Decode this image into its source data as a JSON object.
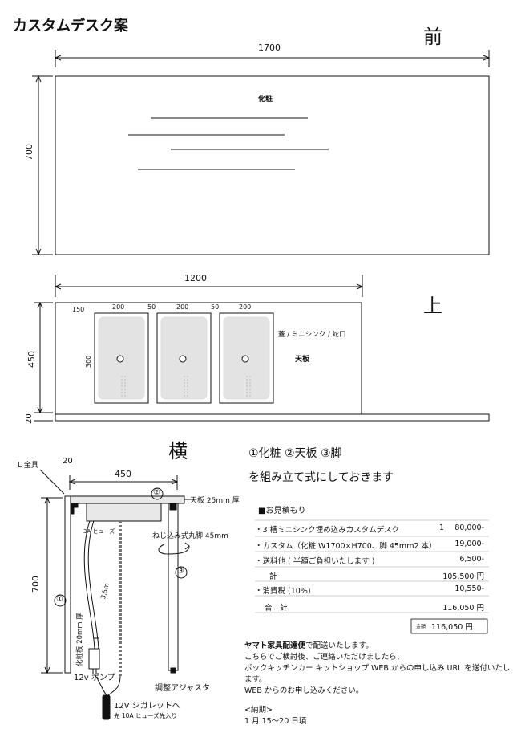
{
  "title": "カスタムデスク案",
  "front": {
    "view_label": "前",
    "width_label": "1700",
    "height_label": "700",
    "panel_label": "化粧"
  },
  "top": {
    "view_label": "上",
    "width_label": "1200",
    "depth_label": "450",
    "thickness_label": "20",
    "margin_label": "150",
    "sink_width_labels": [
      "200",
      "200",
      "200"
    ],
    "gap_labels": [
      "50",
      "50"
    ],
    "sink_depth_label": "300",
    "side_note": "蓋 / ミニシンク / 蛇口",
    "board_label": "天板"
  },
  "side": {
    "view_label": "横",
    "bracket_label": "L 金具",
    "offset_label": "20",
    "depth_label": "450",
    "height_label": "700",
    "top_board_label": "天板 25mm 厚",
    "fuse_label": "3A ヒューズ",
    "leg_label": "ねじ込み式丸脚 45mm",
    "hose_label": "3,5m",
    "panel_label": "化粧板 20mm 厚",
    "pump_label": "12v ポンプ",
    "adjuster_label": "調整アジャスタ",
    "cigarette_label": "12V シガレットへ",
    "cigarette_note": "先 10A ヒューズ先入り",
    "circle1": "①",
    "circle2": "②",
    "circle3": "③"
  },
  "parts": {
    "line1": "①化粧 ②天板 ③脚",
    "line2": "を組み立て式にしておきます"
  },
  "estimate": {
    "header": "■お見積もり",
    "rows": [
      {
        "label": "・3 槽ミニシンク埋め込みカスタムデスク",
        "qty": "1",
        "amount": "80,000-"
      },
      {
        "label": "・カスタム（化粧 W1700×H700、脚 45mm2 本）",
        "qty": "",
        "amount": "19,000-"
      },
      {
        "label": "・送料他 ( 半額ご負担いたします )",
        "qty": "",
        "amount": "6,500-"
      },
      {
        "label": "計",
        "qty": "",
        "amount": "105,500 円"
      },
      {
        "label": "・消費税 (10%)",
        "qty": "",
        "amount": "10,550-"
      },
      {
        "label": "合　計",
        "qty": "",
        "amount": "116,050 円"
      }
    ],
    "total_box_label": "金額",
    "total_box_value": "116,050 円"
  },
  "notes": {
    "shipping_bold": "ヤマト家具配達便",
    "shipping_rest": "で配送いたします。",
    "line2": "こちらでご検討後、ご連絡いただけましたら、",
    "line3": "ボックキッチンカー キットショップ WEB からの申し込み URL を送付いたします。",
    "line4": "WEB からのお申し込みください。",
    "delivery_header": "<納期>",
    "delivery_value": "1 月 15〜20 日頃"
  }
}
